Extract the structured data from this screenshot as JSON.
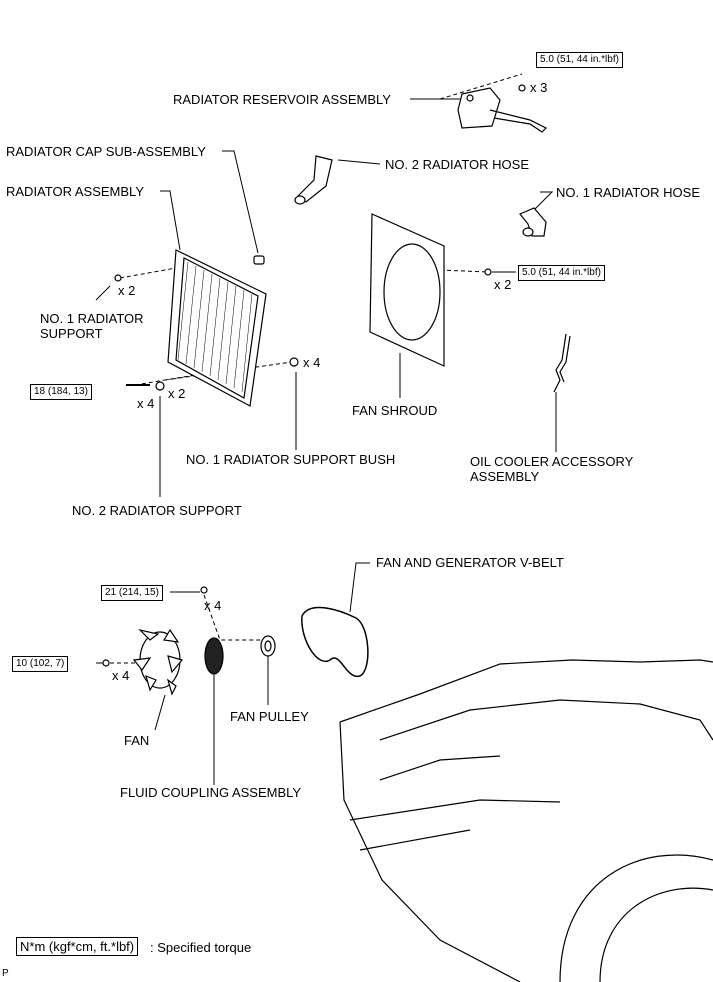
{
  "labels": {
    "reservoir": "RADIATOR RESERVOIR ASSEMBLY",
    "cap": "RADIATOR CAP SUB-ASSEMBLY",
    "radiator": "RADIATOR ASSEMBLY",
    "hose2": "NO. 2 RADIATOR HOSE",
    "hose1": "NO. 1 RADIATOR HOSE",
    "support1": "NO. 1 RADIATOR\nSUPPORT",
    "shroud": "FAN SHROUD",
    "bush": "NO. 1 RADIATOR SUPPORT BUSH",
    "oil_cooler": "OIL COOLER ACCESSORY\nASSEMBLY",
    "support2": "NO. 2 RADIATOR SUPPORT",
    "vbelt": "FAN AND GENERATOR V-BELT",
    "fan_pulley": "FAN PULLEY",
    "fan": "FAN",
    "fluid_coupling": "FLUID COUPLING ASSEMBLY"
  },
  "torques": {
    "reservoir": "5.0 (51, 44 in.*lbf)",
    "shroud": "5.0 (51, 44 in.*lbf)",
    "support_bolt": "18 (184, 13)",
    "coupling": "21 (214, 15)",
    "fan": "10 (102, 7)"
  },
  "quantities": {
    "reservoir": "x 3",
    "support1": "x 2",
    "shroud": "x 2",
    "bush": "x 4",
    "support_bolt": "x 4",
    "support2": "x 2",
    "coupling": "x 4",
    "fan": "x 4"
  },
  "legend": {
    "unit": "N*m (kgf*cm, ft.*lbf)",
    "text": ": Specified torque"
  },
  "corner_mark": "P"
}
